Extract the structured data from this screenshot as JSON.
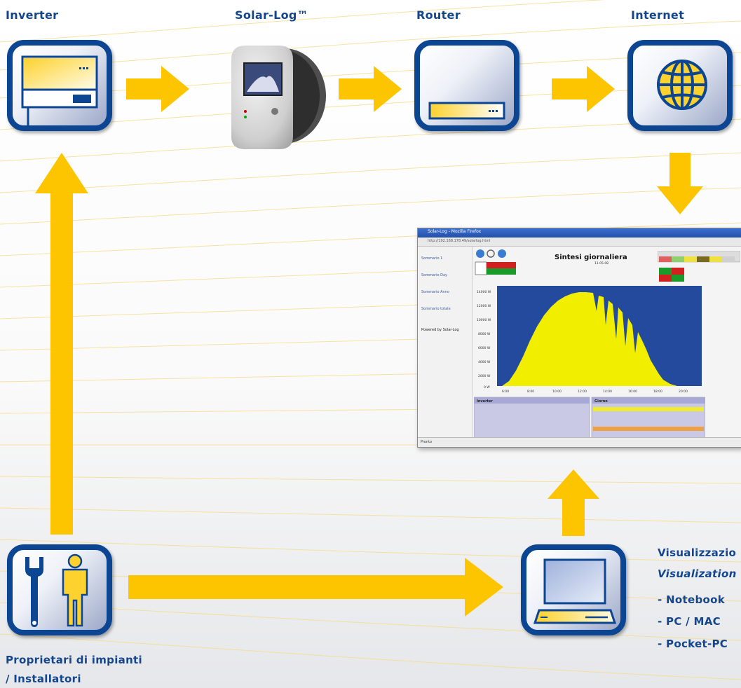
{
  "labels": {
    "inverter": "Inverter",
    "solarlog": "Solar-Log™",
    "router": "Router",
    "internet": "Internet",
    "owners_line1": "Proprietari di impianti",
    "owners_line2": "/ Installatori",
    "visualization_it": "Visualizzazio",
    "visualization_en": "Visualization",
    "device_notebook": "- Notebook",
    "device_pc": "- PC / MAC",
    "device_pocket": "- Pocket-PC"
  },
  "browser": {
    "window_title": "Solar-Log - Mozilla Firefox",
    "address": "http://192.168.178.49/solarlog.html",
    "chart_title": "Sintesi giornaliera",
    "chart_date": "11.05.08",
    "nav_items": [
      "Sommario 1",
      "Sommario Day",
      "Sommario Anno",
      "Sommario totale"
    ],
    "powered_by": "Powered by Solar-Log",
    "status": "Pronto",
    "y_ticks": [
      "14000 W",
      "12000 W",
      "10000 W",
      "8000 W",
      "6000 W",
      "4000 W",
      "2000 W",
      "0 W"
    ],
    "x_ticks": [
      "6:00",
      "8:00",
      "10:00",
      "12:00",
      "14:00",
      "16:00",
      "18:00",
      "20:00"
    ],
    "panel_left_title": "Inverter",
    "panel_right_title": "Giorno"
  },
  "colors": {
    "brand_blue": "#0c4591",
    "label_blue": "#14468c",
    "arrow_yellow": "#fdc400",
    "chart_bg": "#234a9c",
    "chart_fill": "#f2ee00"
  }
}
